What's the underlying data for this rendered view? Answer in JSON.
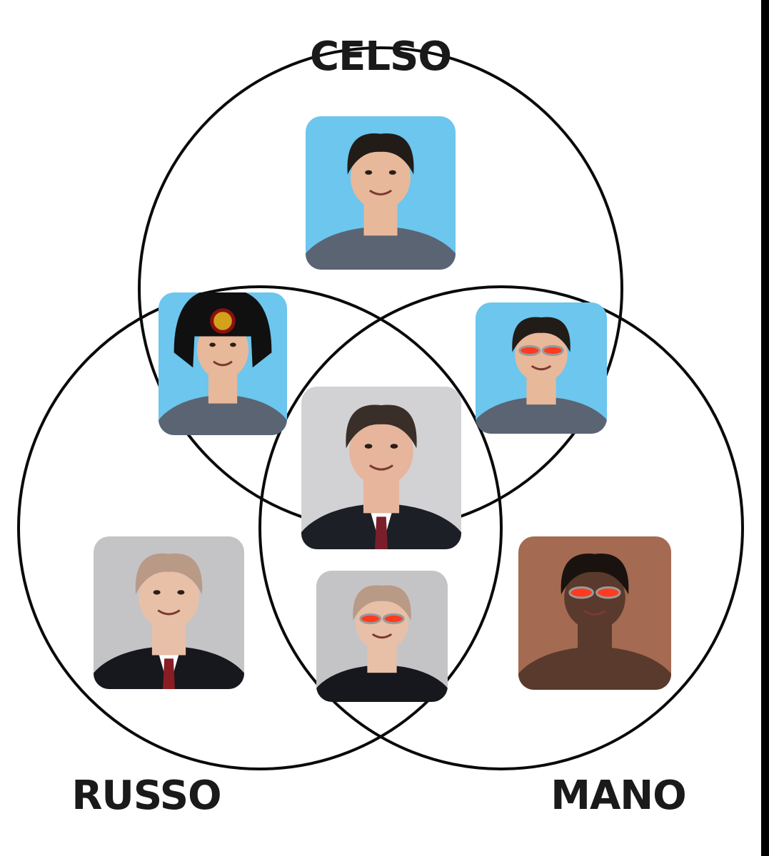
{
  "labels": {
    "celso": "CELSO",
    "russo": "RUSSO",
    "mano": "MANO"
  },
  "photos": [
    {
      "id": "celso",
      "icon": "celso-portrait-photo",
      "bg": "#6cc6ee",
      "skin": "#e8b89a",
      "hair": "#221c18",
      "clothes": "#5a6473"
    },
    {
      "id": "celso-russo",
      "icon": "celso-ushanka-portrait-photo",
      "bg": "#6cc6ee",
      "skin": "#e8b89a",
      "hair": "#101010",
      "clothes": "#5a6473",
      "hat_badge": "#d4a21a"
    },
    {
      "id": "celso-mano",
      "icon": "celso-red-sunglasses-portrait-photo",
      "bg": "#6cc6ee",
      "skin": "#e8b89a",
      "hair": "#221c18",
      "clothes": "#5a6473",
      "glasses": "#ff3b1f"
    },
    {
      "id": "center",
      "icon": "celso-russomanno-portrait-photo",
      "bg": "#d2d2d4",
      "skin": "#e6b59c",
      "hair": "#3a2e28",
      "clothes": "#1c1f26",
      "tie": "#7a1e2c"
    },
    {
      "id": "russo",
      "icon": "putin-portrait-photo",
      "bg": "#c4c4c6",
      "skin": "#e8c0a8",
      "hair": "#b89a86",
      "clothes": "#16181d",
      "tie": "#8a1c24"
    },
    {
      "id": "russo-mano",
      "icon": "putin-red-sunglasses-portrait-photo",
      "bg": "#c4c4c6",
      "skin": "#e8c0a8",
      "hair": "#b89a86",
      "clothes": "#16181d",
      "glasses": "#ff3b1f"
    },
    {
      "id": "mano",
      "icon": "mano-sunglasses-portrait-photo",
      "bg": "#a46a52",
      "skin": "#5a3a2c",
      "hair": "#1a120e",
      "clothes": "#5a3a2c",
      "glasses": "#ff3b1f"
    }
  ]
}
